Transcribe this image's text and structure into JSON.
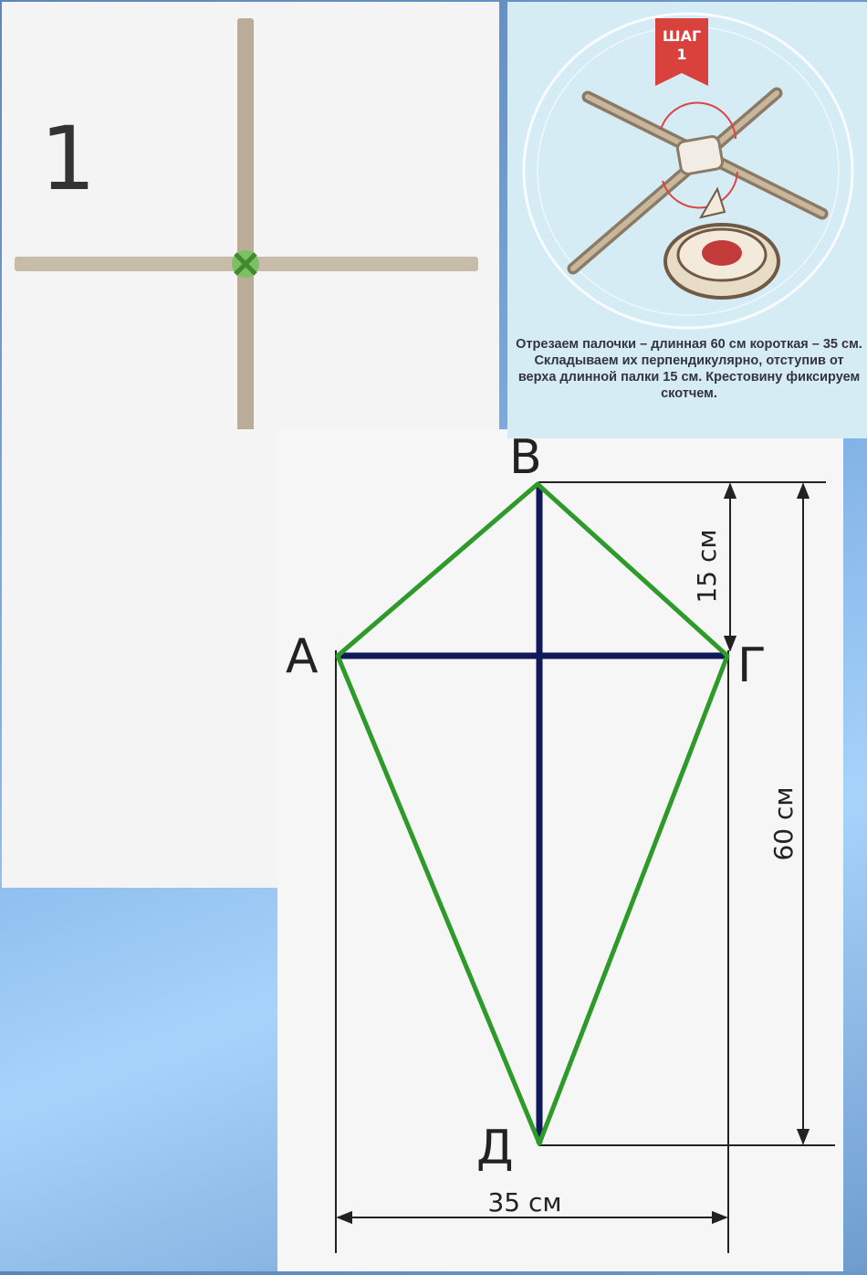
{
  "cross": {
    "number": "1"
  },
  "step": {
    "badge_word": "ШАГ",
    "badge_num": "1",
    "caption": "Отрезаем палочки – длинная 60 см короткая – 35 см. Складываем их перпендикулярно, отступив от верха длинной палки 15 см. Крестовину фиксируем скотчем."
  },
  "kite": {
    "labels": {
      "top": "В",
      "left": "А",
      "right": "Г",
      "bottom": "Д"
    },
    "dims": {
      "top_offset": "15 см",
      "total_length": "60 см",
      "width": "35 см"
    }
  },
  "colors": {
    "outline": "#2e9a2a",
    "sticks": "#101a5a",
    "cross_sticks": "#b9ad99",
    "cross_knot": "#5db04a"
  }
}
